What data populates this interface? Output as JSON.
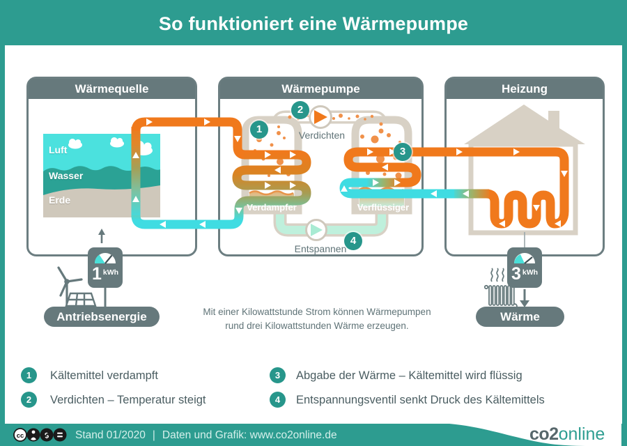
{
  "title": "So funktioniert eine Wärmepumpe",
  "panels": {
    "source": {
      "title": "Wärmequelle",
      "layers": {
        "air": "Luft",
        "water": "Wasser",
        "earth": "Erde"
      }
    },
    "pump": {
      "title": "Wärmepumpe",
      "evaporator": "Verdampfer",
      "condenser": "Verflüssiger",
      "compress": "Verdichten",
      "expand": "Entspannen"
    },
    "heating": {
      "title": "Heizung"
    }
  },
  "energy": {
    "input": {
      "value": "1",
      "unit": "kWh",
      "label": "Antriebsenergie"
    },
    "output": {
      "value": "3",
      "unit": "kWh",
      "label": "Wärme"
    },
    "note1": "Mit einer Kilowattstunde Strom können Wärmepumpen",
    "note2": "rund drei Kilowattstunden Wärme erzeugen."
  },
  "steps": [
    {
      "num": "1",
      "text": "Kältemittel verdampft"
    },
    {
      "num": "2",
      "text": "Verdichten – Temperatur steigt"
    },
    {
      "num": "3",
      "text": "Abgabe der Wärme – Kältemittel wird flüssig"
    },
    {
      "num": "4",
      "text": "Entspannungsventil senkt Druck des Kältemittels"
    }
  ],
  "footer": {
    "stand": "Stand 01/2020",
    "separator": "|",
    "credit": "Daten und Grafik: www.co2online.de",
    "logo": {
      "co2": "co2",
      "online": "online"
    },
    "license": {
      "cc": "cc",
      "nc": "$"
    }
  },
  "colors": {
    "teal": "#2D9C90",
    "slate": "#66797C",
    "orange": "#F0791C",
    "cyan": "#3FDCE2",
    "beige": "#D8D1C5",
    "badge_teal": "#27968B"
  }
}
